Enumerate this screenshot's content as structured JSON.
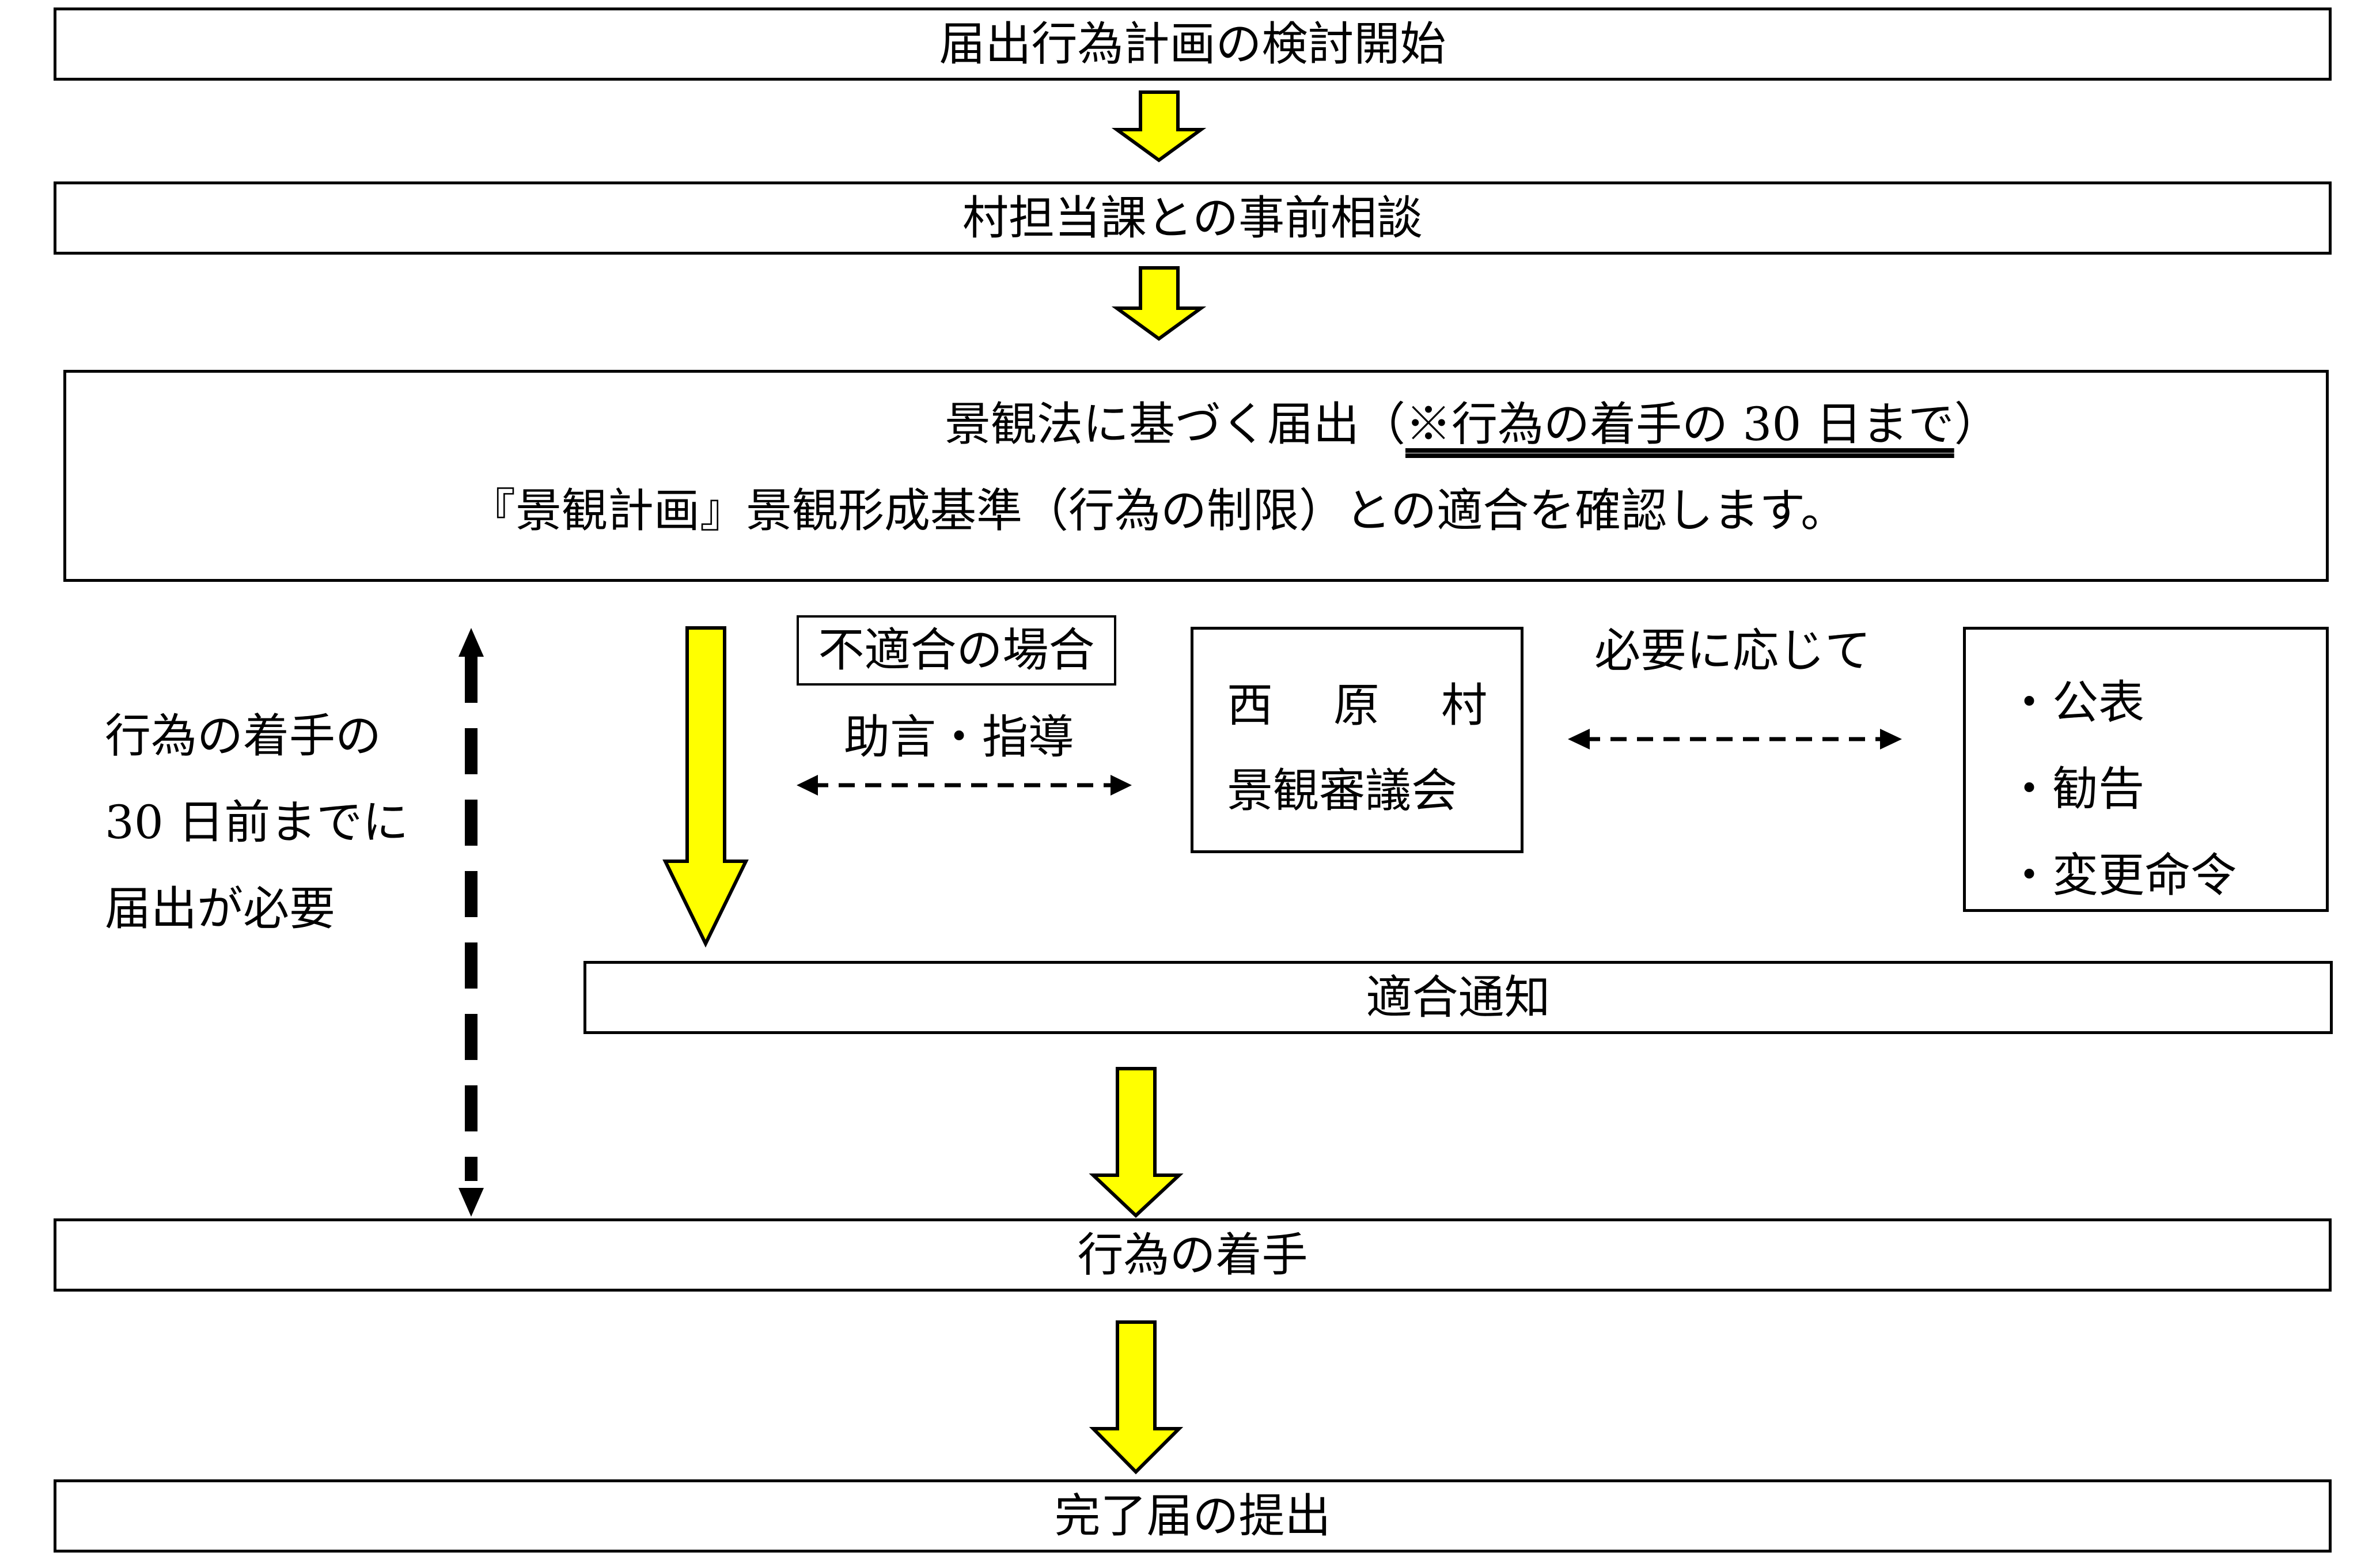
{
  "steps": {
    "start": "届出行為計画の検討開始",
    "consult": "村担当課との事前相談",
    "notify_line1_prefix": "景観法に基づく届出（",
    "notify_line1_note": "※行為の着手の 30 日まで",
    "notify_line1_suffix": "）",
    "notify_line2": "『景観計画』景観形成基準（行為の制限）との適合を確認します。",
    "conform": "適合通知",
    "begin": "行為の着手",
    "complete": "完了届の提出"
  },
  "left_note": {
    "line1": "行為の着手の",
    "line2": "30 日前までに",
    "line3": "届出が必要"
  },
  "nonconform": {
    "label": "不適合の場合",
    "action": "助言・指導"
  },
  "council": {
    "line1_a": "西",
    "line1_b": "原",
    "line1_c": "村",
    "line2": "景観審議会"
  },
  "as_needed": "必要に応じて",
  "measures": {
    "items": [
      "・公表",
      "・勧告",
      "・変更命令"
    ]
  },
  "colors": {
    "arrow_fill": "#ffff00",
    "stroke": "#000000"
  }
}
